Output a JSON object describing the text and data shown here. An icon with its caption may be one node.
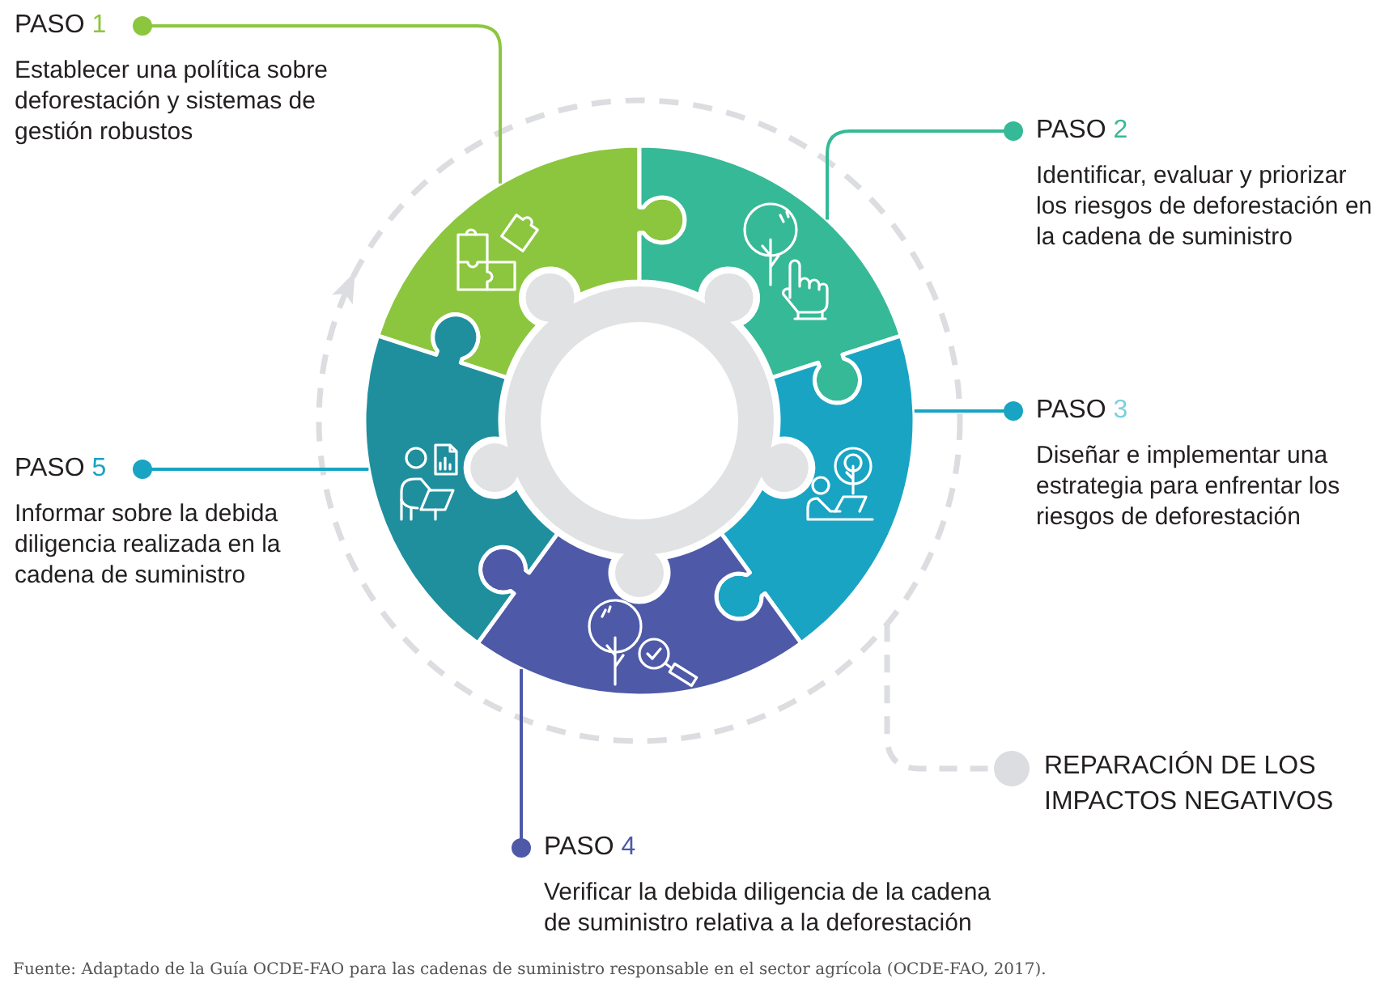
{
  "diagram": {
    "nodes": [
      {
        "text": [
          "PASO 1",
          "Establecer una política sobre deforestación y sistemas de gestión robustos"
        ]
      },
      {
        "text": [
          "PASO 2",
          "Identificar, evaluar y priorizar los riesgos de deforestación en la cadena de suministro"
        ]
      },
      {
        "text": [
          "PASO 3",
          "Diseñar e implementar una estrategia para enfrentar los riesgos de deforestación"
        ]
      },
      {
        "text": [
          "PASO 4",
          "Verificar la debida diligencia de la cadena de suministro relativa a la deforestación"
        ]
      },
      {
        "text": [
          "PASO 5",
          "Informar sobre la debida diligencia realizada en la cadena de suministro"
        ]
      },
      {
        "text": [],
        "shape": "puzzle"
      },
      {
        "text": [],
        "shape": "puzzle"
      },
      {
        "text": [],
        "shape": "puzzle"
      },
      {
        "text": [],
        "shape": "puzzle"
      },
      {
        "text": [],
        "shape": "puzzle"
      },
      {
        "text": [
          "REPARACIÓN DE LOS IMPACTOS NEGATIVOS"
        ]
      }
    ],
    "edges": [
      {
        "from": 5,
        "to": 0,
        "arrow": "other",
        "color": "#8cc63f"
      },
      {
        "from": 6,
        "to": 1,
        "arrow": "other",
        "color": "#36b996"
      },
      {
        "from": 7,
        "to": 2,
        "arrow": "other",
        "color": "#19a4c3"
      },
      {
        "from": 8,
        "to": 3,
        "arrow": "other",
        "color": "#4e59a8"
      },
      {
        "from": 9,
        "to": 4,
        "arrow": "other",
        "color": "#19a4c3"
      },
      {
        "from": null,
        "to": 10,
        "arrow": "other",
        "style": "dashed",
        "color": "#dcdde0"
      }
    ],
    "caption": "Fuente: Adaptado de la Guía OCDE-FAO para las cadenas de suministro responsable en el sector agrícola (OCDE-FAO, 2017)."
  }
}
